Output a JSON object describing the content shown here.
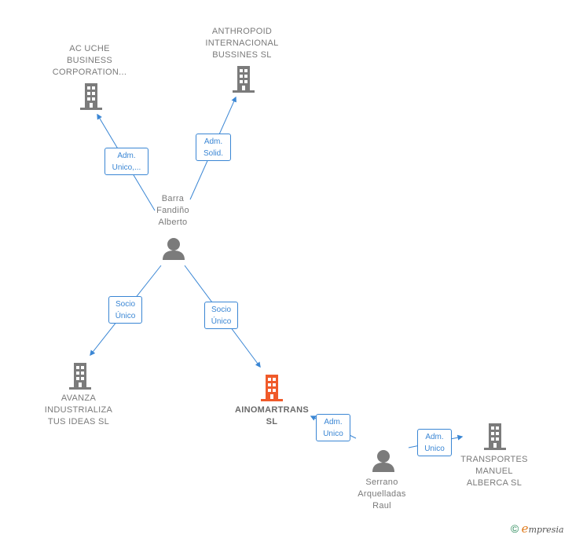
{
  "nodes": {
    "ac_uche": {
      "label": [
        "AC UCHE",
        "BUSINESS",
        "CORPORATION..."
      ],
      "type": "company"
    },
    "anthropoid": {
      "label": [
        "ANTHROPOID",
        "INTERNACIONAL",
        "BUSSINES  SL"
      ],
      "type": "company"
    },
    "barra": {
      "label": [
        "Barra",
        "Fandiño",
        "Alberto"
      ],
      "type": "person"
    },
    "avanza": {
      "label": [
        "AVANZA",
        "INDUSTRIALIZA",
        "TUS IDEAS  SL"
      ],
      "type": "company"
    },
    "ainomartrans": {
      "label": [
        "AINOMARTRANS",
        "SL"
      ],
      "type": "company-focus"
    },
    "serrano": {
      "label": [
        "Serrano",
        "Arquelladas",
        "Raul"
      ],
      "type": "person"
    },
    "transportes": {
      "label": [
        "TRANSPORTES",
        "MANUEL",
        "ALBERCA  SL"
      ],
      "type": "company"
    }
  },
  "edges": [
    {
      "label": [
        "Adm.",
        "Unico,..."
      ]
    },
    {
      "label": [
        "Adm.",
        "Solid."
      ]
    },
    {
      "label": [
        "Socio",
        "Único"
      ]
    },
    {
      "label": [
        "Socio",
        "Único"
      ]
    },
    {
      "label": [
        "Adm.",
        "Unico"
      ]
    },
    {
      "label": [
        "Adm.",
        "Unico"
      ]
    }
  ],
  "colors": {
    "edge": "#3a86d4",
    "icon": "#7b7b7b",
    "focus": "#f05a2a"
  },
  "footer": {
    "copyright": "©",
    "brand_e": "e",
    "brand_rest": "mpresia"
  }
}
